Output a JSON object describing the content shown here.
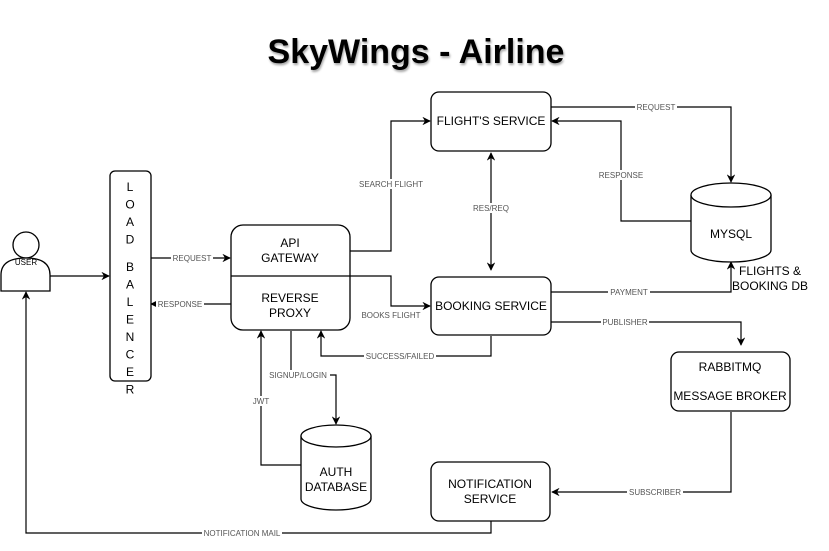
{
  "title": "SkyWings - Airline",
  "nodes": {
    "user": "USER",
    "load_balancer_letters": [
      "L",
      "O",
      "A",
      "D",
      "B",
      "A",
      "L",
      "E",
      "N",
      "C",
      "E",
      "R"
    ],
    "api_gateway": [
      "API",
      "GATEWAY"
    ],
    "reverse_proxy": [
      "REVERSE",
      "PROXY"
    ],
    "flights_service": "FLIGHT'S SERVICE",
    "booking_service": "BOOKING SERVICE",
    "mysql": "MYSQL",
    "flights_booking_db": [
      "FLIGHTS &",
      "BOOKING DB"
    ],
    "rabbitmq": [
      "RABBITMQ",
      "MESSAGE BROKER"
    ],
    "notification_service": [
      "NOTIFICATION",
      "SERVICE"
    ],
    "auth_database": [
      "AUTH",
      "DATABASE"
    ]
  },
  "edges": {
    "request_lb": "REQUEST",
    "response_lb": "RESPONSE",
    "search_flight": "SEARCH FLIGHT",
    "books_flight": "BOOKS FLIGHT",
    "res_req": "RES/REQ",
    "request_mysql": "REQUEST",
    "response_mysql": "RESPONSE",
    "payment": "PAYMENT",
    "publisher": "PUBLISHER",
    "success_failed": "SUCCESS/FAILED",
    "signup_login": "SIGNUP/LOGIN",
    "jwt": "JWT",
    "subscriber": "SUBSCRIBER",
    "notification_mail": "NOTIFICATION MAIL"
  }
}
